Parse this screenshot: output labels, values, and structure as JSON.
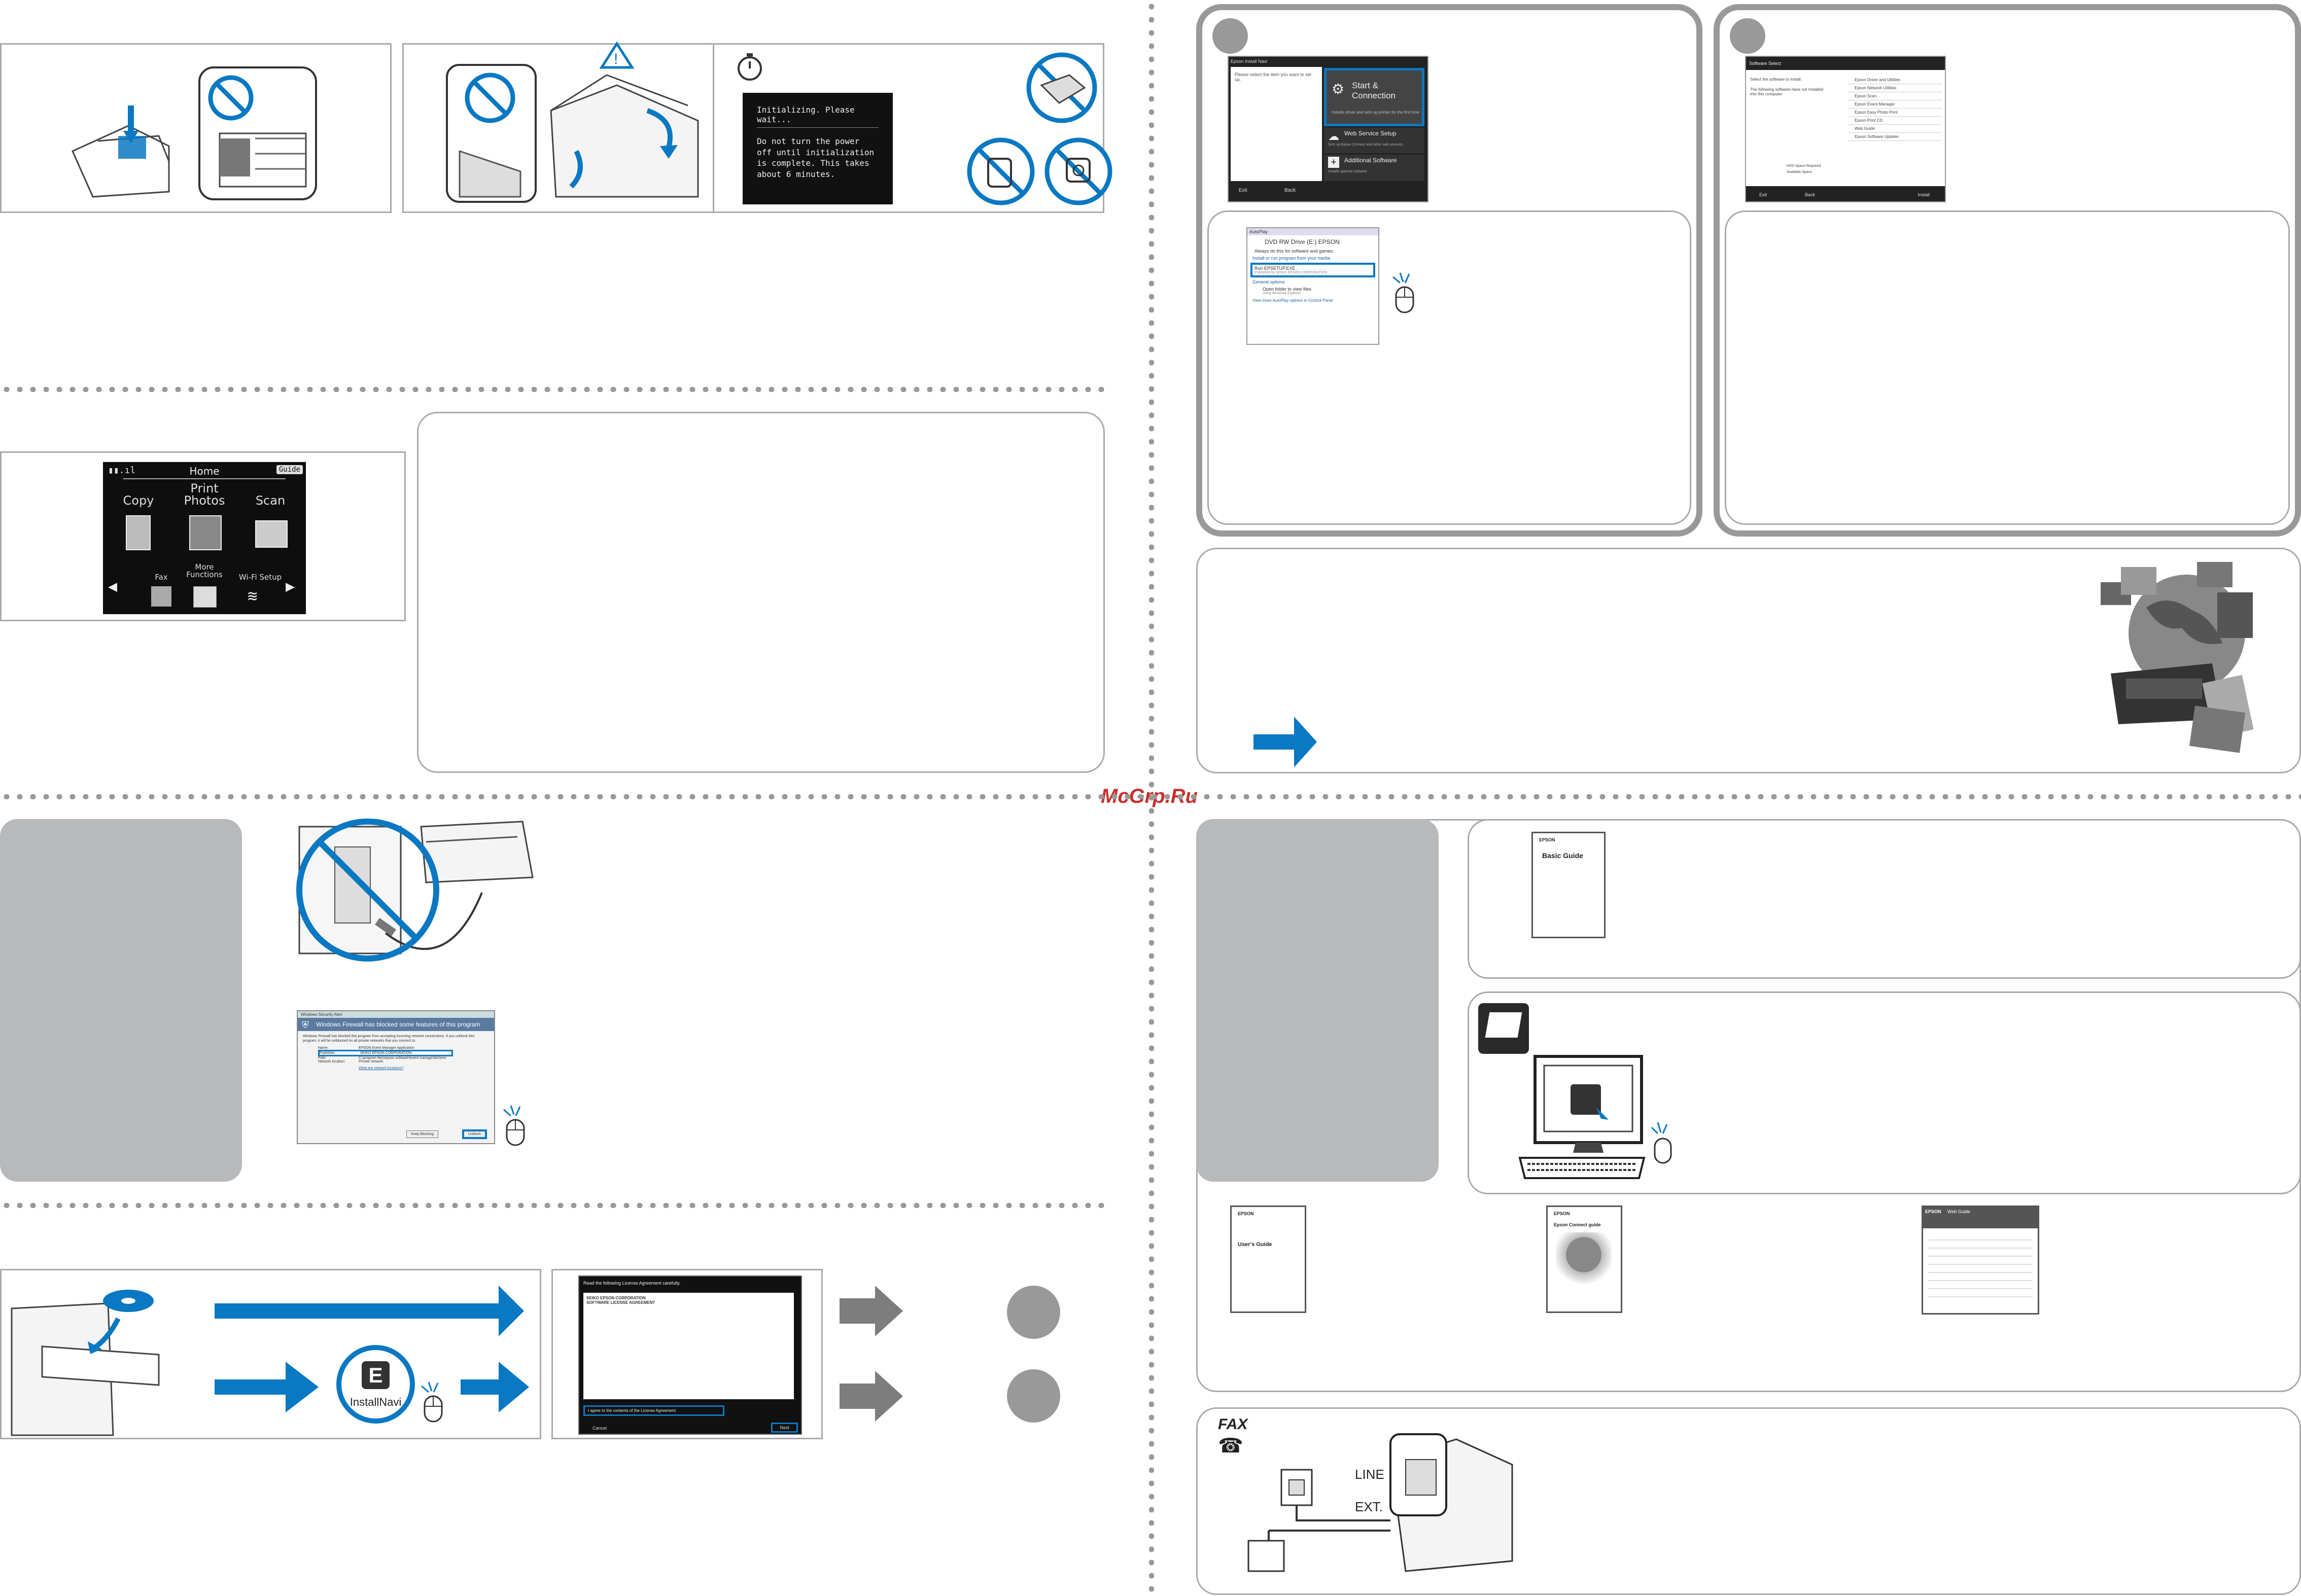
{
  "watermark": "McGrp.Ru",
  "lcd_init": {
    "header": "Initializing. Please wait...",
    "body": "Do not turn the power off until initialization is complete. This takes about 6 minutes."
  },
  "home_screen": {
    "title": "Home",
    "badge": "Guide",
    "items": [
      "Copy",
      "Print Photos",
      "Scan",
      "Fax",
      "More Functions",
      "Wi-Fi Setup"
    ]
  },
  "installnavi": {
    "title": "Epson Install Navi",
    "prompt": "Please select the item you want to set up.",
    "options": [
      {
        "label": "Start & Connection",
        "note": "Installs driver and sets up printer for the first time"
      },
      {
        "label": "Web Service Setup",
        "note": "Sets up Epson Connect and other web services"
      },
      {
        "label": "Additional Software",
        "note": "Installs optional software"
      }
    ],
    "exit": "Exit",
    "back": "Back"
  },
  "autoplay": {
    "title": "AutoPlay",
    "drive": "DVD RW Drive (E:) EPSON",
    "checkbox": "Always do this for software and games:",
    "section": "Install or run program from your media",
    "run": "Run EPSETUP.EXE",
    "run_sub": "Published by SEIKO EPSON CORPORATION",
    "general": "General options",
    "open_folder": "Open folder to view files",
    "open_sub": "using Windows Explorer",
    "link": "View more AutoPlay options in Control Panel"
  },
  "software_select": {
    "title": "Software Select",
    "prompt": "Select the software to install.",
    "note": "The following software have not installed into this computer",
    "items": [
      "Epson Driver and Utilities",
      "Epson Network Utilities",
      "Epson Scan",
      "Epson Event Manager",
      "Epson Easy Photo Print",
      "Epson Print CD",
      "Web Guide",
      "Epson Software Updater"
    ],
    "space_required": "HDD Space Required",
    "space_available": "Available Space",
    "exit": "Exit",
    "back": "Back",
    "install": "Install"
  },
  "firewall": {
    "window_title": "Windows Security Alert",
    "heading": "Windows Firewall has blocked some features of this program",
    "body": "Windows Firewall has blocked this program from accepting incoming network connections. If you unblock this program, it will be unblocked on all private networks that you connect to.",
    "fields": [
      [
        "Name:",
        "EPSON Event Manager Application"
      ],
      [
        "Publisher:",
        "SEIKO EPSON CORPORATION"
      ],
      [
        "Path:",
        "C:\\program files\\epson software\\event manager\\bin\\emr"
      ],
      [
        "Network location:",
        "Private network"
      ]
    ],
    "link": "What are network locations?",
    "keep": "Keep Blocking",
    "unblock": "Unblock"
  },
  "license": {
    "heading": "Read the following License Agreement carefully.",
    "company": "SEIKO EPSON CORPORATION",
    "title": "SOFTWARE LICENSE AGREEMENT",
    "agree": "I agree to the contents of the License Agreement.",
    "cancel": "Cancel",
    "next": "Next"
  },
  "installnavi_icon_label": "InstallNavi",
  "fax": {
    "label": "FAX",
    "line": "LINE",
    "ext": "EXT."
  },
  "guides": {
    "basic": {
      "brand": "EPSON",
      "title": "Basic Guide"
    },
    "user": {
      "brand": "EPSON",
      "title": "User's Guide"
    },
    "connect": {
      "brand": "EPSON",
      "title": "Epson Connect guide"
    },
    "web": {
      "brand": "EPSON",
      "title": "Web Guide"
    }
  },
  "colors": {
    "accent": "#0a78c2",
    "panel_gray": "#b8b9ba",
    "arrow_gray": "#7d7d7d",
    "frame": "#aaaaaa"
  }
}
